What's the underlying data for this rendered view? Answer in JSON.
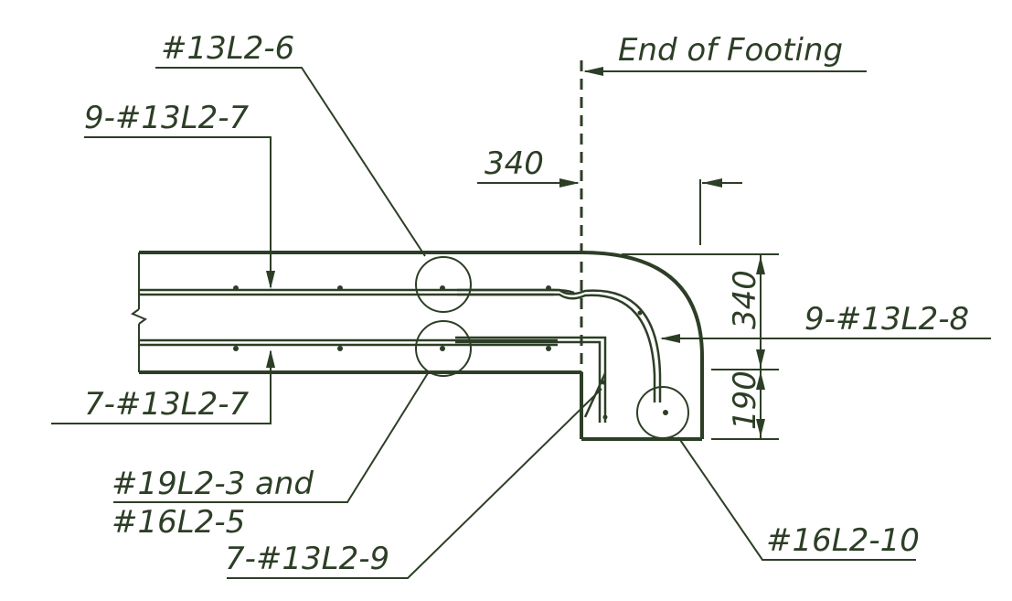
{
  "drawing": {
    "ink_color": "#2d3e26",
    "background": "#ffffff"
  },
  "labels": {
    "bar_top_circle": "#13L2-6",
    "top_bars": "9-#13L2-7",
    "bottom_bars": "7-#13L2-7",
    "end_of_footing": "End of Footing",
    "dim_offset": "340",
    "dim_height": "340",
    "dim_bottom": "190",
    "hook_bars": "9-#13L2-8",
    "bottom_circle_line1": "#19L2-3 and",
    "bottom_circle_line2": "#16L2-5",
    "diagonal_bars": "7-#13L2-9",
    "corner_bar": "#16L2-10"
  }
}
